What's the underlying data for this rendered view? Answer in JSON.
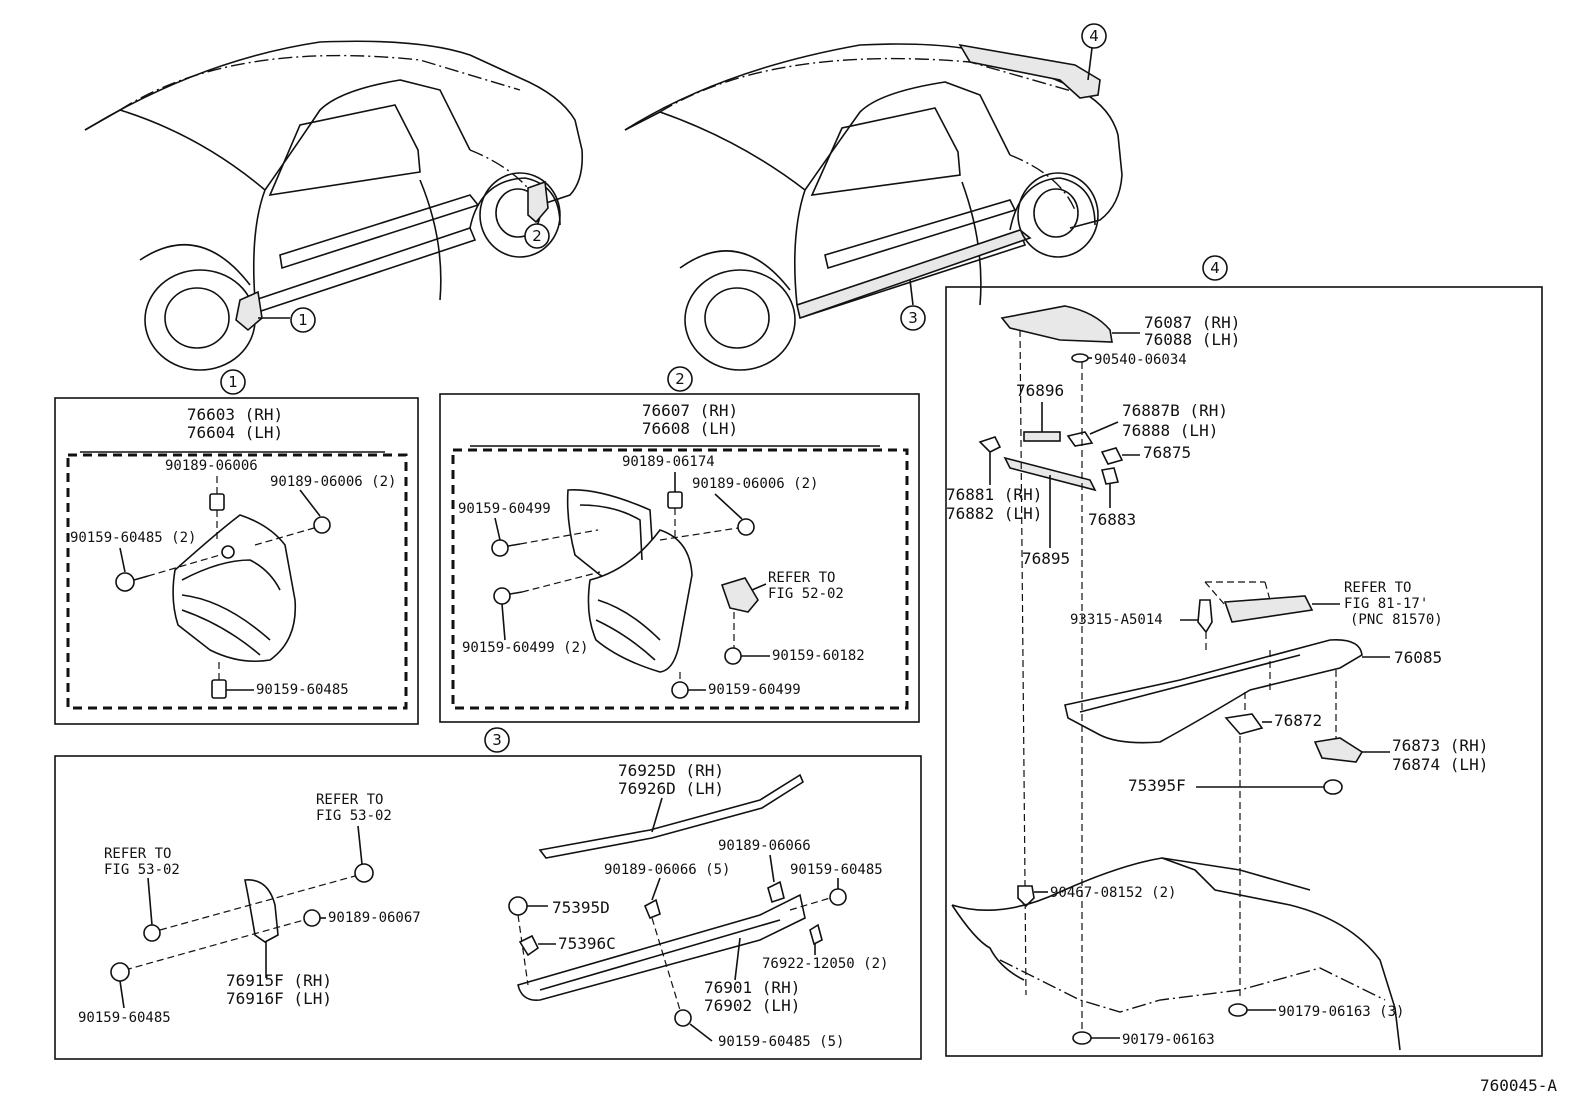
{
  "callouts": {
    "c1": "1",
    "c2": "2",
    "c3": "3",
    "c4": "4"
  },
  "section1": {
    "part_rh": "76603 (RH)",
    "part_lh": "76604 (LH)",
    "clip_a": "90189-06006",
    "clip_b": "90189-06006 (2)",
    "screw_a": "90159-60485 (2)",
    "screw_b": "90159-60485"
  },
  "section2": {
    "part_rh": "76607 (RH)",
    "part_lh": "76608 (LH)",
    "clip_a": "90189-06174",
    "clip_b": "90189-06006 (2)",
    "screw_a": "90159-60499",
    "screw_b": "90159-60499 (2)",
    "refer_1": "REFER TO",
    "refer_2": "FIG 52-02",
    "screw_c": "90159-60182",
    "screw_d": "90159-60499"
  },
  "section3": {
    "refer_a1": "REFER TO",
    "refer_a2": "FIG 53-02",
    "refer_b1": "REFER TO",
    "refer_b2": "FIG 53-02",
    "clip_a": "90189-06067",
    "screw_a": "90159-60485",
    "bracket_rh": "76915F (RH)",
    "bracket_lh": "76916F (LH)",
    "strip_rh": "76925D (RH)",
    "strip_lh": "76926D (LH)",
    "clip_b": "90189-06066",
    "clip_c": "90189-06066 (5)",
    "screw_b": "90159-60485",
    "clip_d": "75395D",
    "clip_e": "75396C",
    "clip_f": "76922-12050 (2)",
    "rocker_rh": "76901 (RH)",
    "rocker_lh": "76902 (LH)",
    "screw_c": "90159-60485 (5)"
  },
  "section4": {
    "end_rh": "76087 (RH)",
    "end_lh": "76088 (LH)",
    "nut_a": "90540-06034",
    "p76896": "76896",
    "p76887_rh": "76887B (RH)",
    "p76887_lh": "76888  (LH)",
    "p76875": "76875",
    "p76881_rh": "76881 (RH)",
    "p76881_lh": "76882 (LH)",
    "p76883": "76883",
    "p76895": "76895",
    "refer_1": "REFER TO",
    "refer_2": "FIG 81-17'",
    "refer_3": "(PNC 81570)",
    "bolt_a": "93315-A5014",
    "spoiler": "76085",
    "p76872": "76872",
    "p76873_rh": "76873 (RH)",
    "p76873_lh": "76874 (LH)",
    "p75395f": "75395F",
    "nut_b": "90467-08152 (2)",
    "nut_c": "90179-06163 (3)",
    "nut_d": "90179-06163"
  },
  "figure_code": "760045-A"
}
